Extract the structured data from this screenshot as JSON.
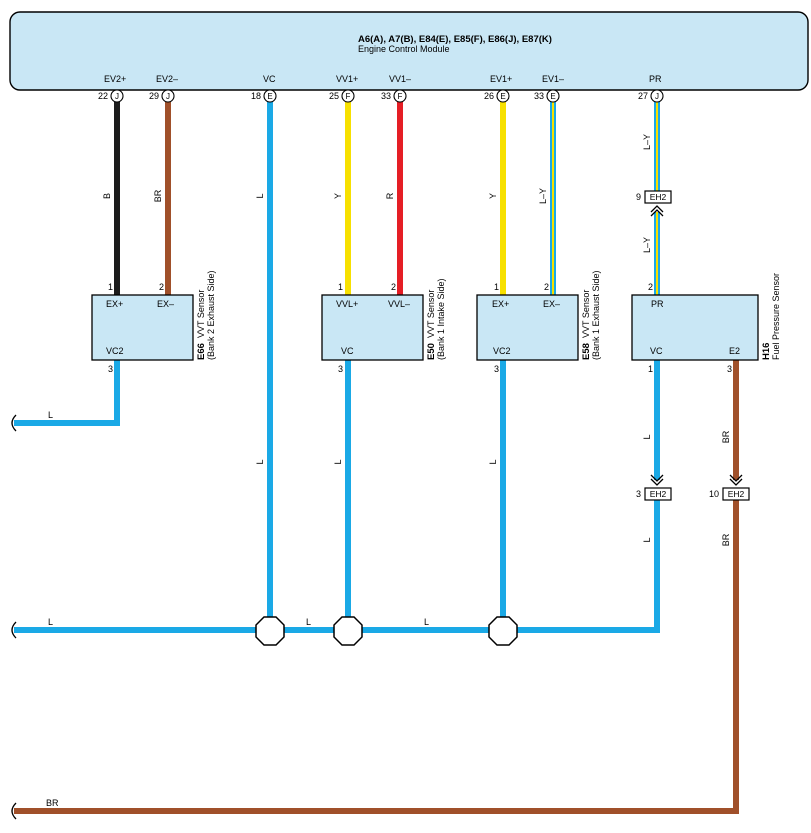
{
  "ecm": {
    "title": "A6(A), A7(B), E84(E), E85(F), E86(J), E87(K)",
    "subtitle": "Engine Control Module",
    "terminals": [
      {
        "name": "EV2+",
        "pin": "22",
        "conn": "J"
      },
      {
        "name": "EV2–",
        "pin": "29",
        "conn": "J"
      },
      {
        "name": "VC",
        "pin": "18",
        "conn": "E"
      },
      {
        "name": "VV1+",
        "pin": "25",
        "conn": "F"
      },
      {
        "name": "VV1–",
        "pin": "33",
        "conn": "F"
      },
      {
        "name": "EV1+",
        "pin": "26",
        "conn": "E"
      },
      {
        "name": "EV1–",
        "pin": "33",
        "conn": "E"
      },
      {
        "name": "PR",
        "pin": "27",
        "conn": "J"
      }
    ]
  },
  "components": [
    {
      "code": "E66",
      "name": "VVT Sensor",
      "detail": "(Bank 2 Exhaust Side)",
      "pins_top": [
        {
          "pin": "1",
          "name": "EX+"
        },
        {
          "pin": "2",
          "name": "EX–"
        }
      ],
      "pins_bottom": [
        {
          "pin": "3",
          "name": "VC2"
        }
      ]
    },
    {
      "code": "E50",
      "name": "VVT Sensor",
      "detail": "(Bank 1 Intake Side)",
      "pins_top": [
        {
          "pin": "1",
          "name": "VVL+"
        },
        {
          "pin": "2",
          "name": "VVL–"
        }
      ],
      "pins_bottom": [
        {
          "pin": "3",
          "name": "VC"
        }
      ]
    },
    {
      "code": "E58",
      "name": "VVT Sensor",
      "detail": "(Bank 1 Exhaust Side)",
      "pins_top": [
        {
          "pin": "1",
          "name": "EX+"
        },
        {
          "pin": "2",
          "name": "EX–"
        }
      ],
      "pins_bottom": [
        {
          "pin": "3",
          "name": "VC2"
        }
      ]
    },
    {
      "code": "H16",
      "name": "Fuel Pressure Sensor",
      "detail": "",
      "pins_top": [
        {
          "pin": "2",
          "name": "PR"
        }
      ],
      "pins_bottom": [
        {
          "pin": "1",
          "name": "VC"
        },
        {
          "pin": "3",
          "name": "E2"
        }
      ]
    }
  ],
  "connectors": [
    {
      "name": "EH2",
      "pin": "9"
    },
    {
      "name": "EH2",
      "pin": "3"
    },
    {
      "name": "EH2",
      "pin": "10"
    }
  ],
  "wire_labels": {
    "ev2p": "B",
    "ev2m": "BR",
    "vc": "L",
    "vv1p": "Y",
    "vv1m": "R",
    "ev1p": "Y",
    "ev1m": "L–Y",
    "pr_upper": "L–Y",
    "pr_lower": "L–Y",
    "e66_vc2": "L",
    "vc_trunk": "L",
    "e50_vc": "L",
    "e58_vc2": "L",
    "h16_vc_upper": "L",
    "h16_vc_lower": "L",
    "h16_e2_upper": "BR",
    "h16_e2_lower": "BR",
    "bus_left": "L",
    "bus_mid1": "L",
    "bus_mid2": "L",
    "e66_left": "L",
    "ground_bottom": "BR"
  },
  "colors": {
    "ecm_fill": "#c9e7f5",
    "L": "#1aa9e6",
    "B": "#1c1c1c",
    "BR": "#a0502a",
    "Y": "#f7e000",
    "R": "#e51e25",
    "L_Y_stripe": "#f7e000"
  }
}
